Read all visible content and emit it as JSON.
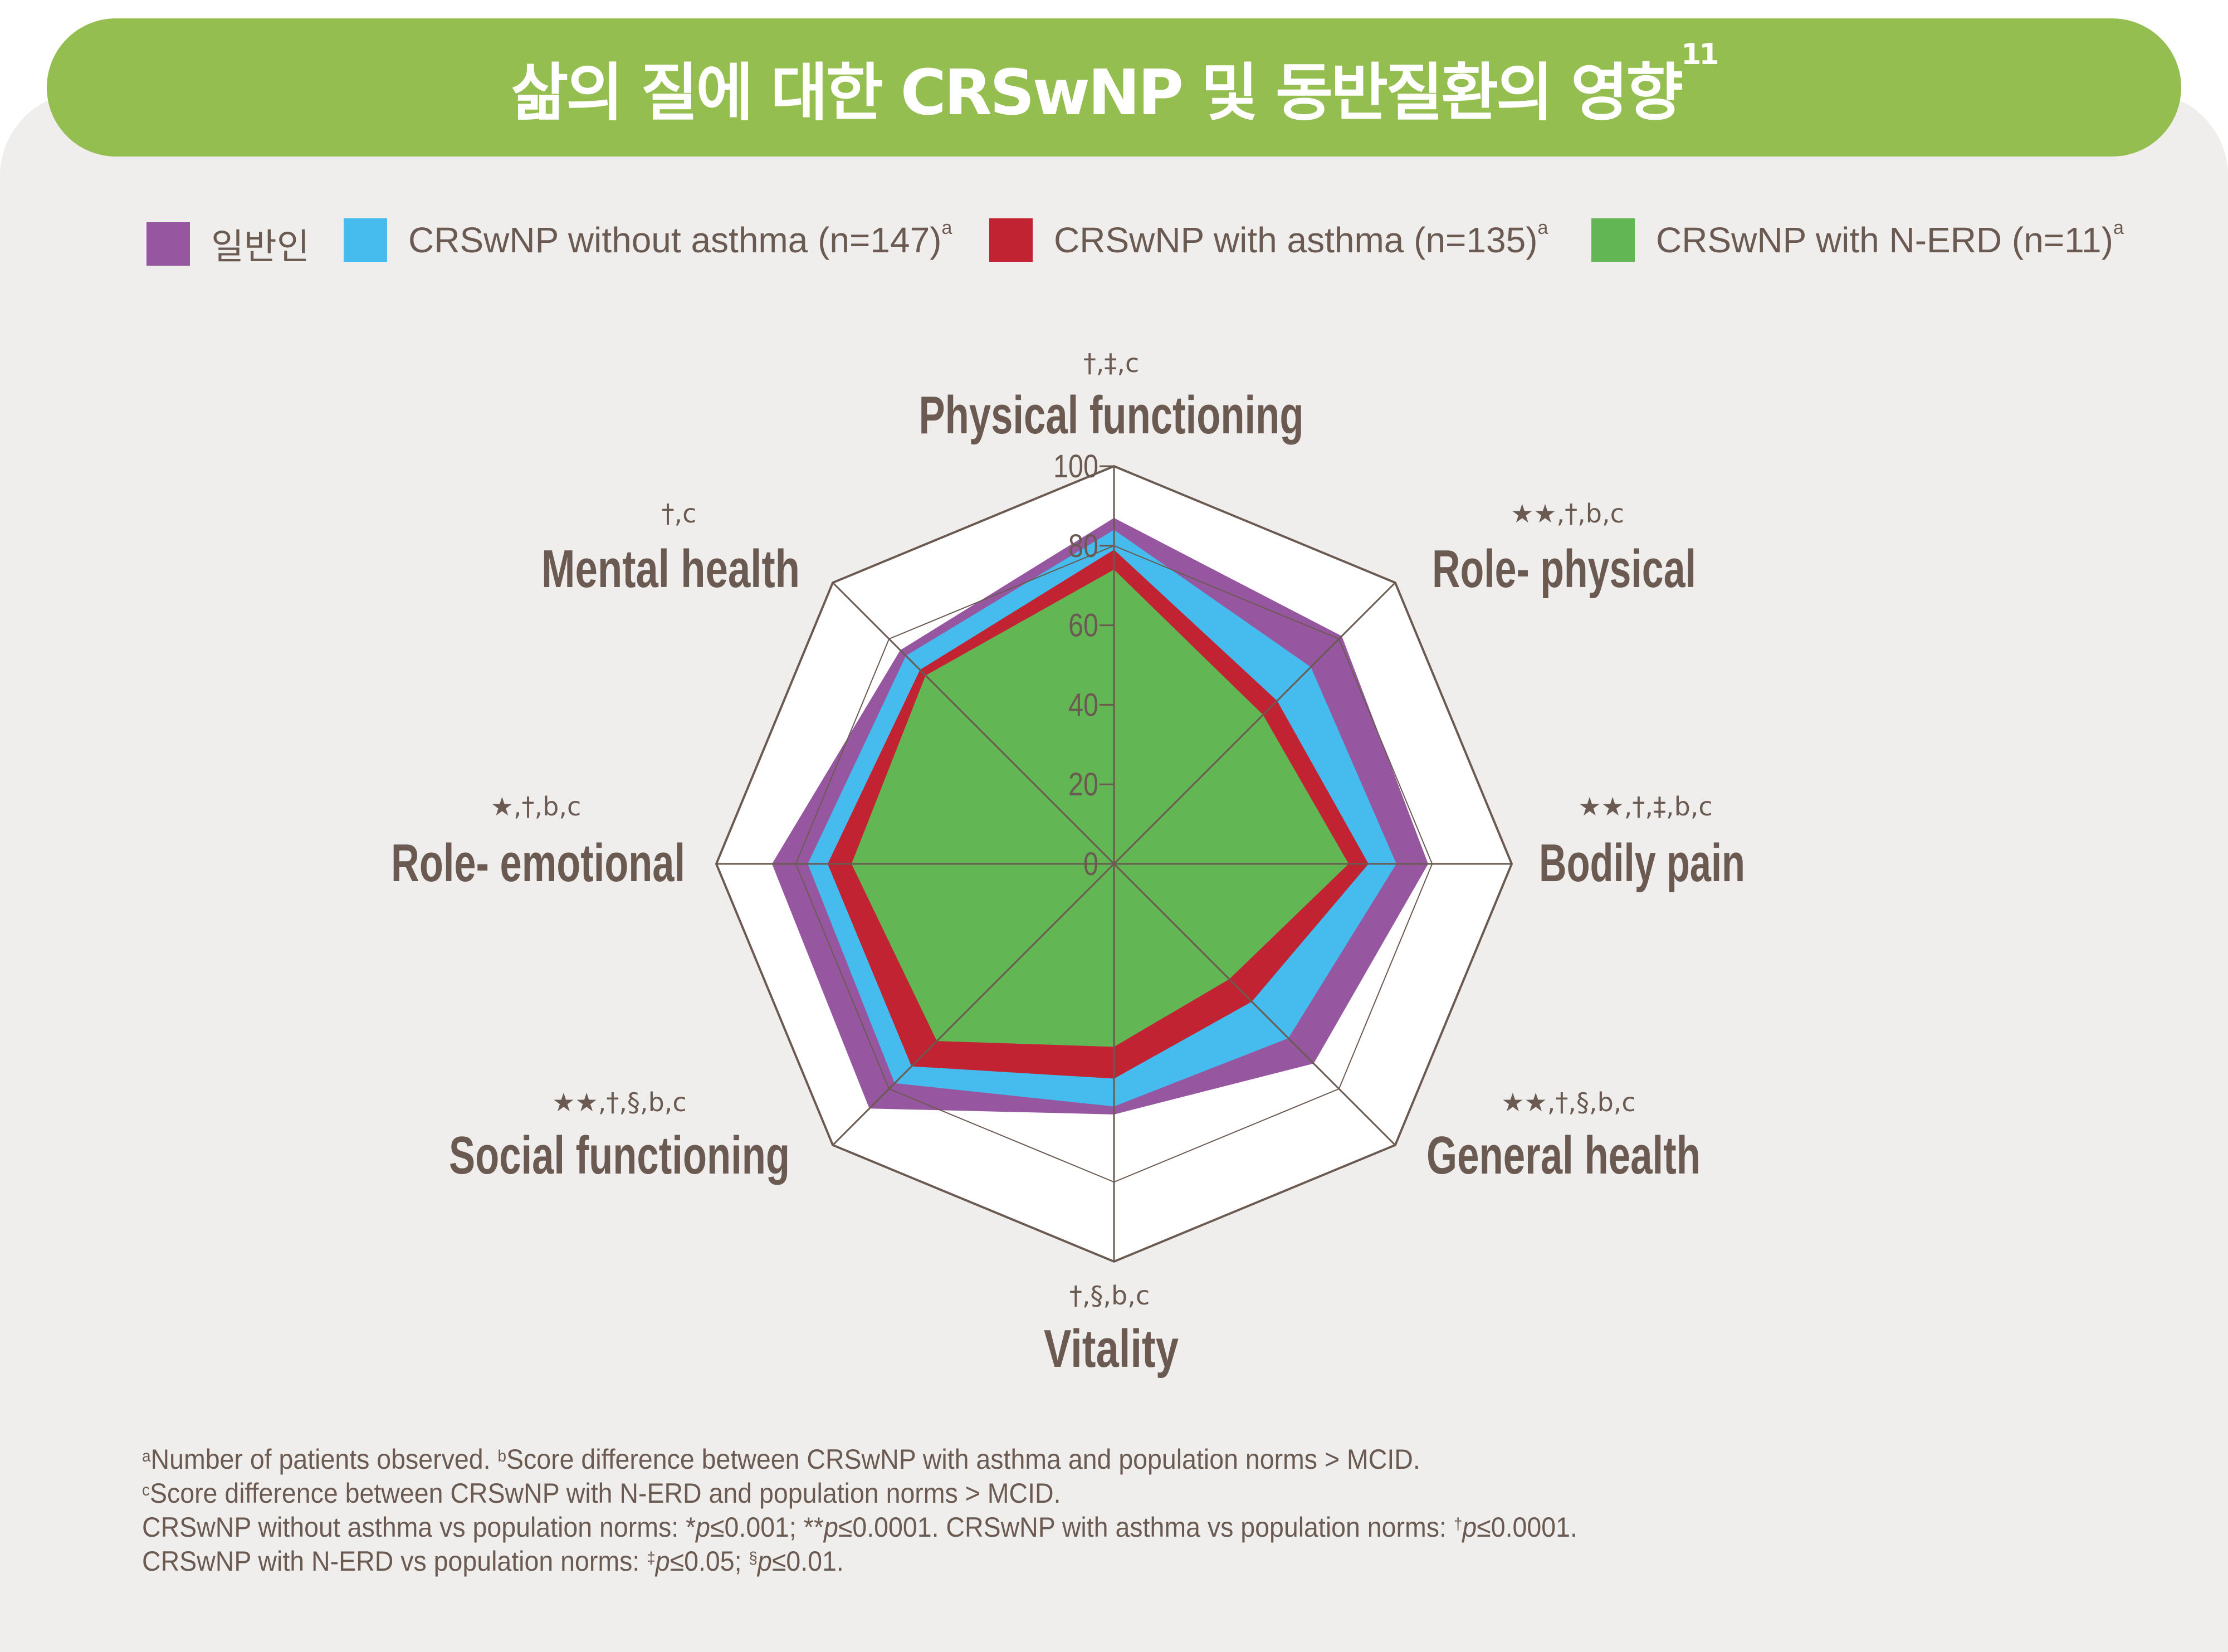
{
  "header": {
    "title": "삶의 질에 대한 CRSwNP 및 동반질환의 영향",
    "title_ref": "11"
  },
  "colors": {
    "header_bg": "#94BE50",
    "background": "#F0EEEC",
    "text": "#6B5A52"
  },
  "legend": [
    {
      "label": "일반인",
      "sup": "",
      "color": "#9657A0"
    },
    {
      "label": "CRSwNP without asthma (n=147)",
      "sup": "a",
      "color": "#45BBEE"
    },
    {
      "label": "CRSwNP with asthma (n=135)",
      "sup": "a",
      "color": "#C22333"
    },
    {
      "label": "CRSwNP with N-ERD (n=11)",
      "sup": "a",
      "color": "#62B654"
    }
  ],
  "chart_data": {
    "type": "radar",
    "axes": [
      {
        "label": "Physical functioning",
        "sig": "†,‡,c"
      },
      {
        "label": "Role- physical",
        "sig": "★★,†,b,c"
      },
      {
        "label": "Bodily pain",
        "sig": "★★,†,‡,b,c"
      },
      {
        "label": "General health",
        "sig": "★★,†,§,b,c"
      },
      {
        "label": "Vitality",
        "sig": "†,§,b,c"
      },
      {
        "label": "Social functioning",
        "sig": "★★,†,§,b,c"
      },
      {
        "label": "Role- emotional",
        "sig": "★,†,b,c"
      },
      {
        "label": "Mental health",
        "sig": "†,c"
      }
    ],
    "rlim": [
      0,
      100
    ],
    "ticks": [
      "0",
      "20",
      "40",
      "60",
      "80",
      "100"
    ],
    "rings": [
      80,
      100
    ],
    "series": [
      {
        "name": "일반인",
        "color": "#9657A0",
        "values": [
          87,
          81,
          79,
          71,
          63,
          87,
          86,
          76
        ]
      },
      {
        "name": "CRSwNP without asthma (n=147)",
        "color": "#45BBEE",
        "values": [
          84,
          70,
          71,
          62,
          61,
          78,
          77,
          74
        ]
      },
      {
        "name": "CRSwNP with asthma (n=135)",
        "color": "#C22333",
        "values": [
          79,
          58,
          64,
          49,
          54,
          72,
          72,
          69
        ]
      },
      {
        "name": "CRSwNP with N-ERD (n=11)",
        "color": "#62B654",
        "values": [
          74,
          53,
          59,
          41,
          46,
          63,
          66,
          67
        ]
      }
    ]
  },
  "footnotes": [
    [
      {
        "t": "a",
        "sup": true
      },
      {
        "t": "Number of patients observed. "
      },
      {
        "t": "b",
        "sup": true
      },
      {
        "t": "Score difference between CRSwNP with asthma and population norms > MCID."
      }
    ],
    [
      {
        "t": "c",
        "sup": true
      },
      {
        "t": "Score difference between CRSwNP with N-ERD and population norms > MCID."
      }
    ],
    [
      {
        "t": "CRSwNP without asthma vs population norms: *"
      },
      {
        "t": "p",
        "i": true
      },
      {
        "t": "≤0.001; **"
      },
      {
        "t": "p",
        "i": true
      },
      {
        "t": "≤0.0001. CRSwNP with asthma vs population norms: "
      },
      {
        "t": "†",
        "sup": true
      },
      {
        "t": "p",
        "i": true
      },
      {
        "t": "≤0.0001."
      }
    ],
    [
      {
        "t": "CRSwNP with N-ERD vs population norms: "
      },
      {
        "t": "‡",
        "sup": true
      },
      {
        "t": "p",
        "i": true
      },
      {
        "t": "≤0.05; "
      },
      {
        "t": "§",
        "sup": true
      },
      {
        "t": "p",
        "i": true
      },
      {
        "t": "≤0.01."
      }
    ]
  ]
}
